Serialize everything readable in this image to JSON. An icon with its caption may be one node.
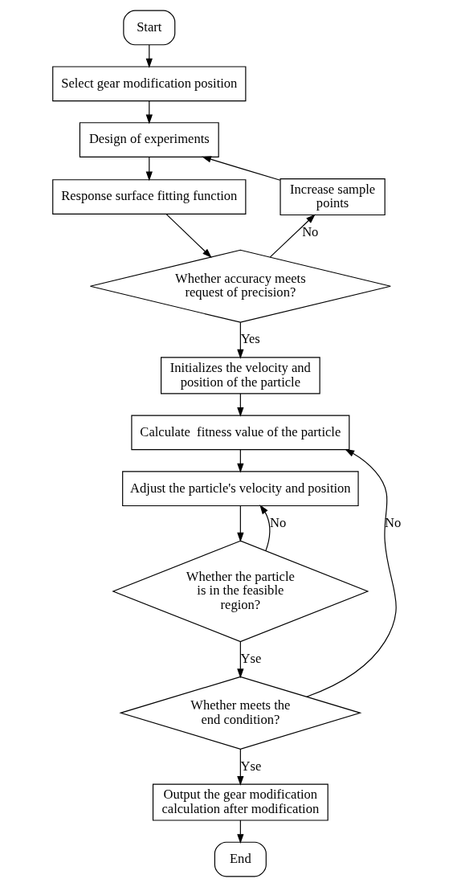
{
  "diagram": {
    "nodes": [
      {
        "text": [
          "Start"
        ]
      },
      {
        "text": [
          "Select gear modification position"
        ]
      },
      {
        "text": [
          "Design of experiments"
        ]
      },
      {
        "text": [
          "Response surface fitting function"
        ]
      },
      {
        "text": [
          "Whether accuracy meets request of precision?"
        ]
      },
      {
        "text": [
          "Increase sample points"
        ]
      },
      {
        "text": [
          "Initializes the velocity and position of the particle"
        ]
      },
      {
        "text": [
          "Calculate  fitness value of the particle"
        ]
      },
      {
        "text": [
          "Adjust the particle's velocity and position"
        ]
      },
      {
        "text": [
          "Whether the particle is in the feasible region?"
        ]
      },
      {
        "text": [
          "Whether meets the end condition?"
        ]
      },
      {
        "text": [
          "Output the gear modification calculation after modification"
        ]
      },
      {
        "text": [
          "End"
        ]
      }
    ],
    "edges": [
      {
        "from": 0,
        "to": 1,
        "arrow": "to"
      },
      {
        "from": 1,
        "to": 2,
        "arrow": "to"
      },
      {
        "from": 2,
        "to": 3,
        "arrow": "to"
      },
      {
        "from": 3,
        "to": 4,
        "arrow": "to"
      },
      {
        "from": 4,
        "to": 5,
        "label": "No",
        "arrow": "to"
      },
      {
        "from": 5,
        "to": 2,
        "arrow": "to"
      },
      {
        "from": 4,
        "to": 6,
        "label": "Yes",
        "arrow": "to"
      },
      {
        "from": 6,
        "to": 7,
        "arrow": "to"
      },
      {
        "from": 7,
        "to": 8,
        "arrow": "to"
      },
      {
        "from": 8,
        "to": 9,
        "arrow": "to"
      },
      {
        "from": 9,
        "to": 8,
        "label": "No",
        "arrow": "to"
      },
      {
        "from": 9,
        "to": 10,
        "label": "Yse",
        "arrow": "to"
      },
      {
        "from": 10,
        "to": 7,
        "label": "No",
        "arrow": "to"
      },
      {
        "from": 10,
        "to": 11,
        "label": "Yse",
        "arrow": "to"
      },
      {
        "from": 11,
        "to": 12,
        "arrow": "to"
      }
    ]
  }
}
